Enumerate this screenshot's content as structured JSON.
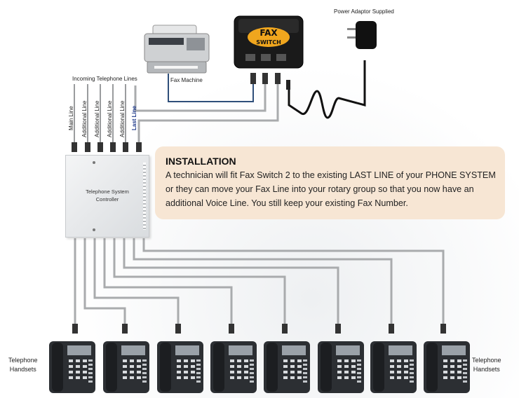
{
  "labels": {
    "power_adaptor": "Power Adaptor Supplied",
    "fax_machine": "Fax Machine",
    "incoming_lines": "Incoming Telephone Lines",
    "telephone_handsets_left": "Telephone\nHandsets",
    "telephone_handsets_right": "Telephone\nHandsets"
  },
  "line_labels": [
    "Main Line",
    "Additional Line",
    "Additional Line",
    "Additional Line",
    "Additional Line",
    "Last Line"
  ],
  "fax_switch": {
    "brand_top": "FAX",
    "brand_bottom": "SWITCH"
  },
  "controller": {
    "label": "Telephone System\nController"
  },
  "installation": {
    "title": "INSTALLATION",
    "text": " A technician will fit Fax Switch 2 to the existing LAST LINE of your PHONE SYSTEM or they can move your Fax Line into your rotary group so that you now have an additional Voice Line. You still keep your existing Fax Number."
  },
  "colors": {
    "install_box": "#f7e6d4",
    "wire_grey": "#a9abad",
    "wire_blue": "#2f4f7a",
    "last_line": "#1f3a8a"
  },
  "handset_count": 8
}
